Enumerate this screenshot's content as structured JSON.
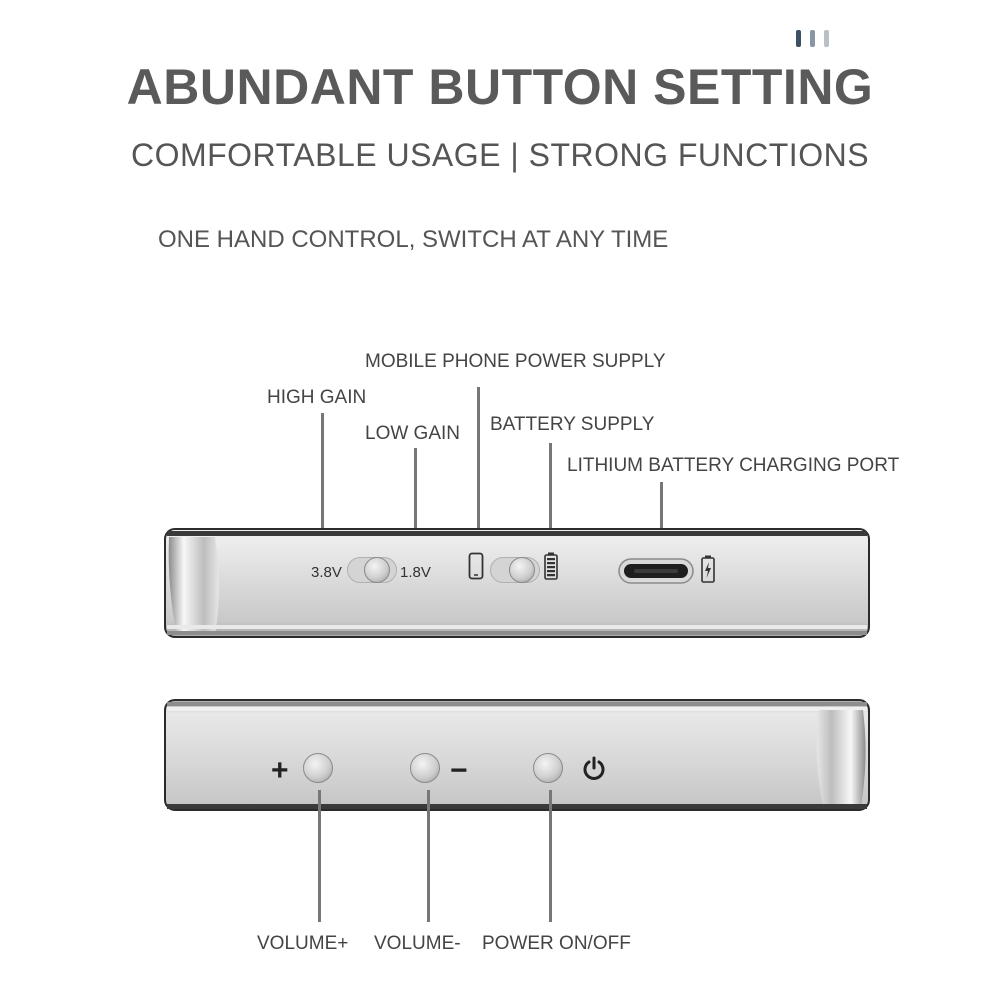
{
  "header": {
    "title": "ABUNDANT BUTTON SETTING",
    "subtitle": "COMFORTABLE USAGE | STRONG FUNCTIONS",
    "tagline": "ONE HAND CONTROL, SWITCH AT ANY TIME",
    "dot_colors": [
      "#3d4f63",
      "#8a96a3",
      "#b9c0c8"
    ]
  },
  "top_labels": {
    "high_gain": "HIGH GAIN",
    "low_gain": "LOW GAIN",
    "mobile_phone_power": "MOBILE PHONE POWER SUPPLY",
    "battery_supply": "BATTERY SUPPLY",
    "charging_port": "LITHIUM BATTERY CHARGING PORT"
  },
  "top_device": {
    "voltage_high": "3.8V",
    "voltage_low": "1.8V",
    "icons": [
      "phone-icon",
      "battery-full-icon",
      "usb-c-port-icon",
      "charging-bolt-icon"
    ]
  },
  "bottom_device": {
    "plus_symbol": "+",
    "minus_symbol": "−",
    "icons": [
      "power-icon"
    ]
  },
  "bottom_labels": {
    "volume_up": "VOLUME+",
    "volume_down": "VOLUME-",
    "power": "POWER ON/OFF"
  }
}
